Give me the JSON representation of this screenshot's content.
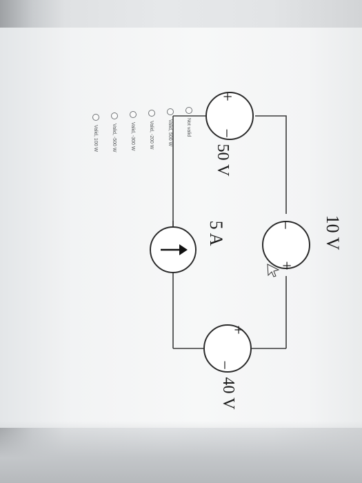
{
  "circuit": {
    "top_source": {
      "label": "10 V",
      "left_sign": "−",
      "right_sign": "+"
    },
    "left_source": {
      "label": "50 V",
      "plus": "+",
      "minus": "−"
    },
    "right_source": {
      "label": "40 V",
      "plus": "+",
      "minus": "−"
    },
    "current_source": {
      "label": "5 A",
      "direction": "arrow-right"
    }
  },
  "question": {
    "options": [
      {
        "label": "Not valid"
      },
      {
        "label": "Valid, 500 W"
      },
      {
        "label": "Valid, -200 W"
      },
      {
        "label": "Valid, -300 W"
      },
      {
        "label": "Valid, -500 W"
      },
      {
        "label": "Valid, 100 W"
      }
    ]
  },
  "colors": {
    "wire": "#3a3a3a",
    "screen": "#f6f7f7",
    "text": "#1b1b1b"
  }
}
